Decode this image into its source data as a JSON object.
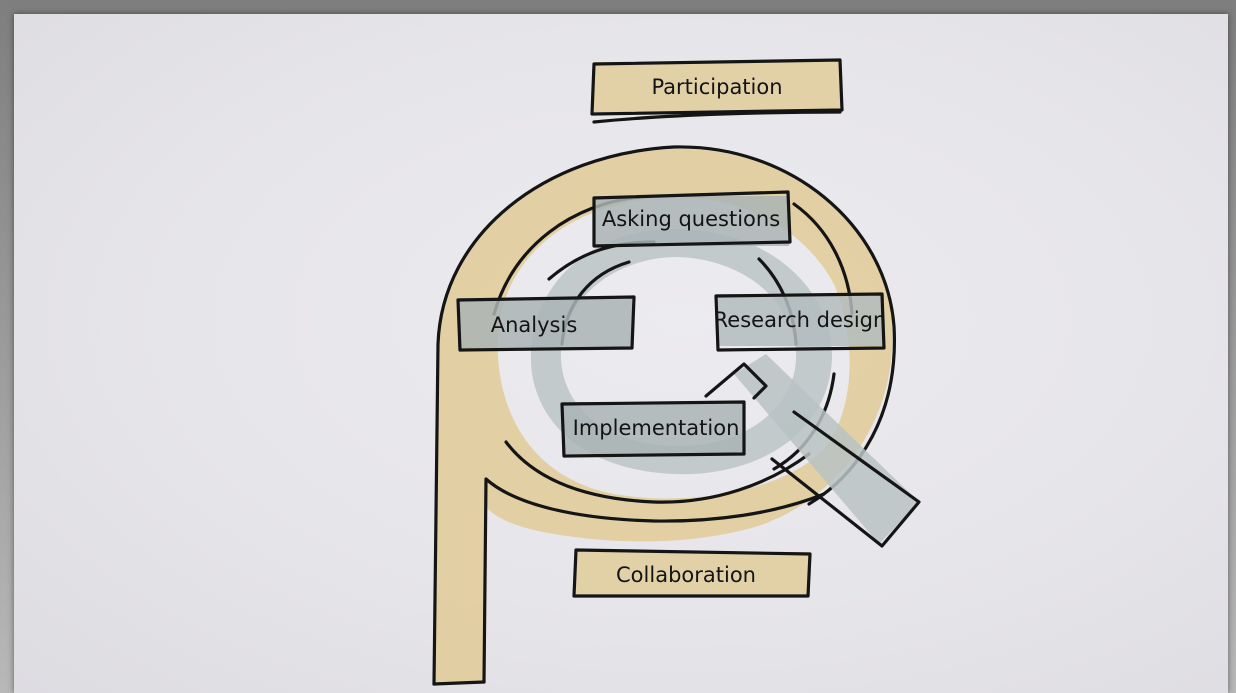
{
  "labels": {
    "participation": "Participation",
    "asking_questions": "Asking questions",
    "research_design": "Research design",
    "analysis": "Analysis",
    "implementation": "Implementation",
    "collaboration": "Collaboration"
  },
  "colors": {
    "ochre_wash": "#e0c98f",
    "grey_wash": "#b9c2c3",
    "ink": "#151515",
    "paper": "#e8e7eb"
  }
}
